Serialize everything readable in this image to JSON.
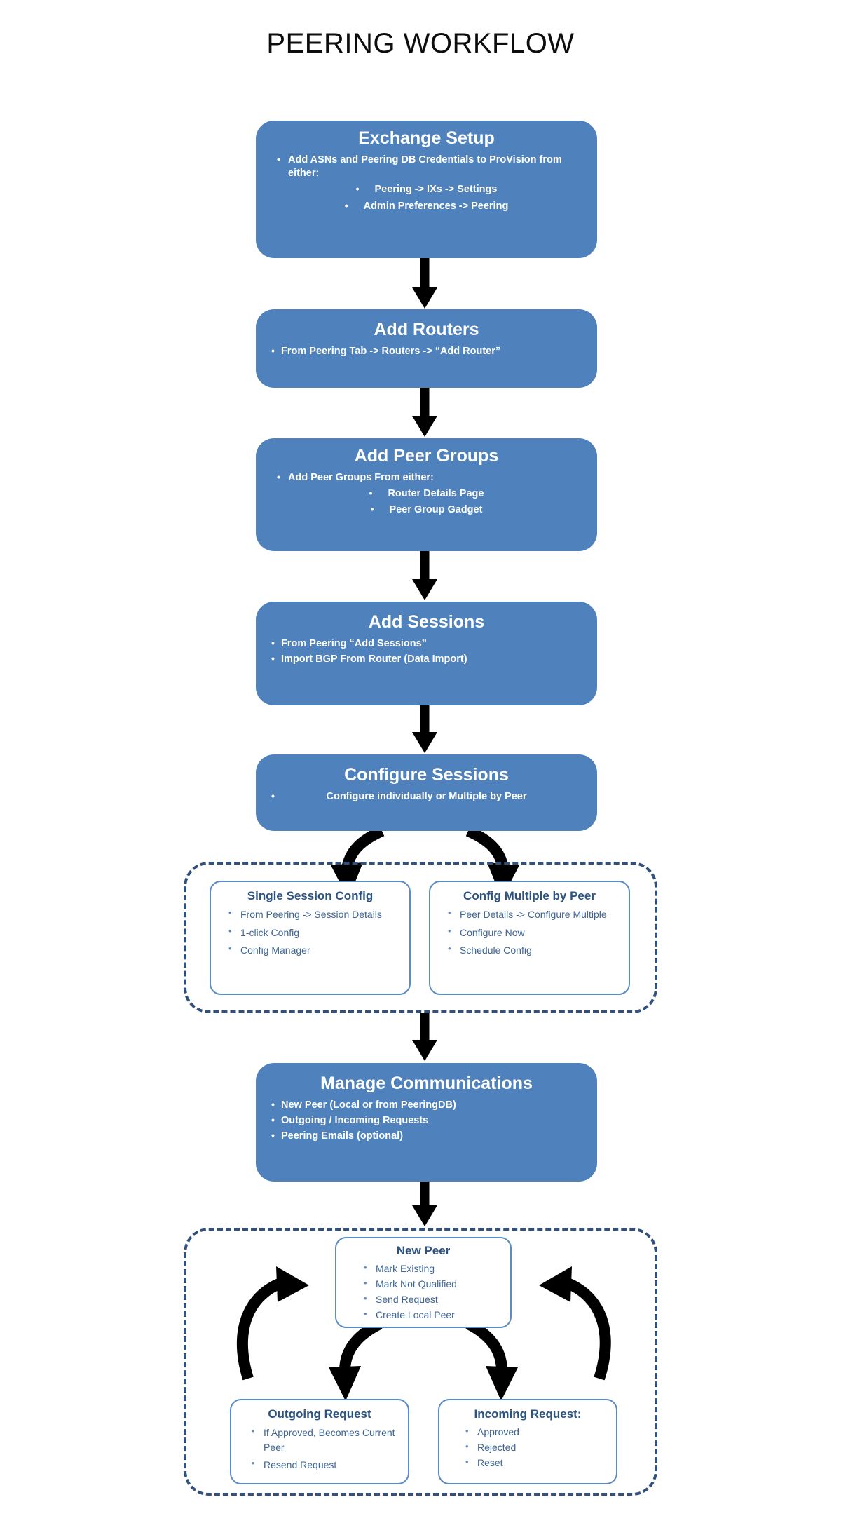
{
  "title": "PEERING WORKFLOW",
  "colors": {
    "stage_fill": "#4f82bd",
    "stage_text": "#ffffff",
    "dashed_border": "#31507d",
    "subbox_border": "#5b8bc4",
    "subbox_title_text": "#2b5384",
    "subbox_body_text": "#3d6595",
    "arrow": "#000000",
    "page_background": "#ffffff"
  },
  "stages": [
    {
      "id": "exchange-setup",
      "title": "Exchange Setup",
      "bullets": [
        "Add ASNs and Peering DB Credentials to ProVision from either:"
      ],
      "sub_bullets": [
        "Peering -> IXs -> Settings",
        "Admin Preferences -> Peering"
      ]
    },
    {
      "id": "add-routers",
      "title": "Add Routers",
      "bullets": [
        "From Peering Tab -> Routers -> “Add Router”"
      ],
      "sub_bullets": []
    },
    {
      "id": "add-peer-groups",
      "title": "Add Peer Groups",
      "bullets": [
        "Add Peer Groups From either:"
      ],
      "sub_bullets": [
        "Router Details Page",
        "Peer Group Gadget"
      ]
    },
    {
      "id": "add-sessions",
      "title": "Add Sessions",
      "bullets": [
        "From  Peering “Add Sessions”",
        "Import BGP From Router (Data Import)"
      ],
      "sub_bullets": []
    },
    {
      "id": "configure-sessions",
      "title": "Configure Sessions",
      "bullets": [
        "Configure individually or Multiple by Peer"
      ],
      "sub_bullets": []
    },
    {
      "id": "manage-communications",
      "title": "Manage Communications",
      "bullets": [
        "New Peer (Local or from PeeringDB)",
        "Outgoing / Incoming Requests",
        "Peering Emails (optional)"
      ],
      "sub_bullets": []
    }
  ],
  "config_group": {
    "boxes": [
      {
        "id": "single-session-config",
        "title": "Single Session Config",
        "bullets": [
          "From Peering -> Session Details",
          "1-click Config",
          "Config Manager"
        ]
      },
      {
        "id": "config-multiple-by-peer",
        "title": "Config Multiple by Peer",
        "bullets": [
          "Peer Details -> Configure Multiple",
          "Configure Now",
          "Schedule Config"
        ]
      }
    ]
  },
  "communications_group": {
    "boxes": [
      {
        "id": "new-peer",
        "title": "New Peer",
        "bullets": [
          "Mark Existing",
          "Mark Not Qualified",
          "Send Request",
          "Create Local Peer"
        ]
      },
      {
        "id": "outgoing-request",
        "title": "Outgoing Request",
        "bullets": [
          "If Approved, Becomes Current Peer",
          "Resend Request"
        ]
      },
      {
        "id": "incoming-request",
        "title": "Incoming Request:",
        "bullets": [
          "Approved",
          "Rejected",
          "Reset"
        ]
      }
    ]
  }
}
